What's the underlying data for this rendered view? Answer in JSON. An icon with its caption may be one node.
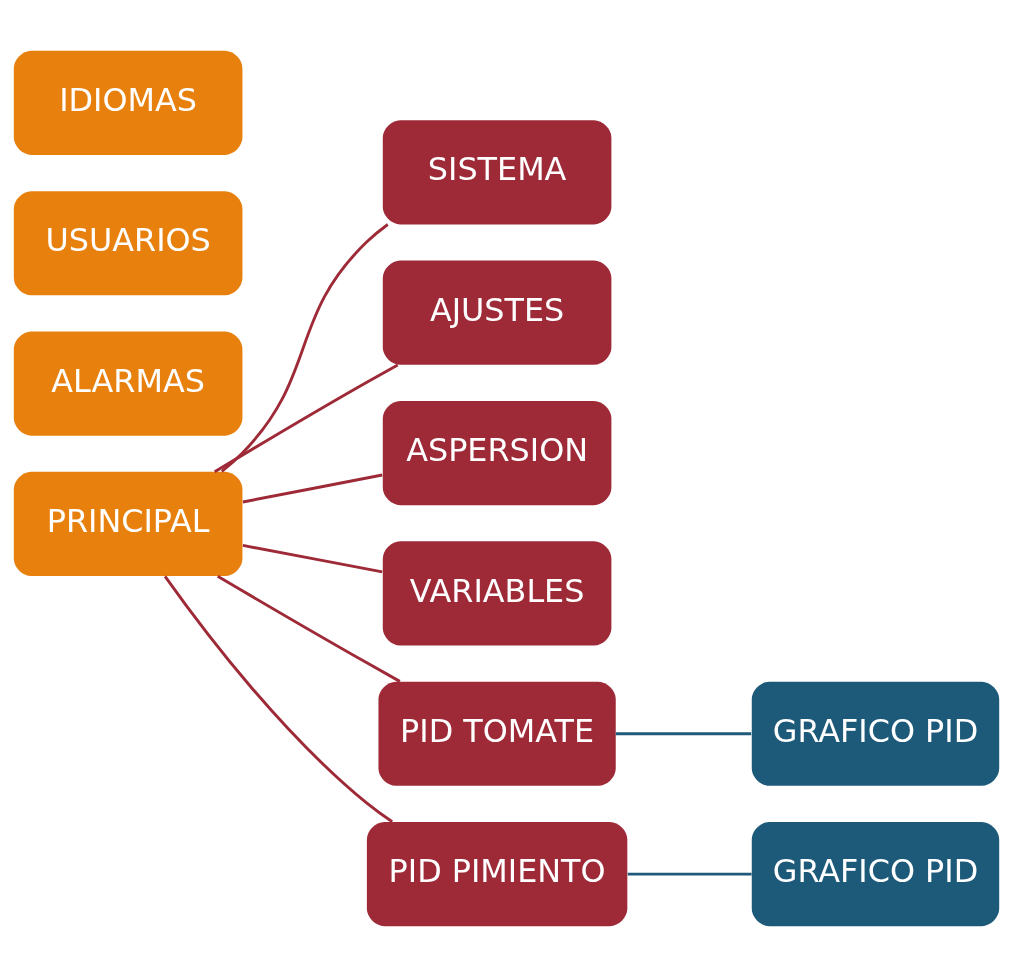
{
  "diagram": {
    "nodes": [
      {
        "text": [
          "PRINCIPAL"
        ]
      },
      {
        "text": [
          "ALARMAS"
        ]
      },
      {
        "text": [
          "USUARIOS"
        ]
      },
      {
        "text": [
          "IDIOMAS"
        ]
      },
      {
        "text": [
          "SISTEMA"
        ]
      },
      {
        "text": [
          "AJUSTES"
        ]
      },
      {
        "text": [
          "ASPERSION"
        ]
      },
      {
        "text": [
          "VARIABLES"
        ]
      },
      {
        "text": [
          "PID TOMATE"
        ]
      },
      {
        "text": [
          "PID PIMIENTO"
        ]
      },
      {
        "text": [
          "GRAFICO PID"
        ]
      },
      {
        "text": [
          "GRAFICO PID"
        ]
      }
    ],
    "edges": [
      {
        "from": 0,
        "to": 4,
        "arrow": "none"
      },
      {
        "from": 0,
        "to": 5,
        "arrow": "none"
      },
      {
        "from": 0,
        "to": 6,
        "arrow": "none"
      },
      {
        "from": 0,
        "to": 7,
        "arrow": "none"
      },
      {
        "from": 0,
        "to": 8,
        "arrow": "none"
      },
      {
        "from": 0,
        "to": 9,
        "arrow": "none"
      },
      {
        "from": 8,
        "to": 10,
        "arrow": "none",
        "color": "#1f5a7a"
      },
      {
        "from": 9,
        "to": 11,
        "arrow": "none",
        "color": "#1f5a7a"
      }
    ]
  }
}
